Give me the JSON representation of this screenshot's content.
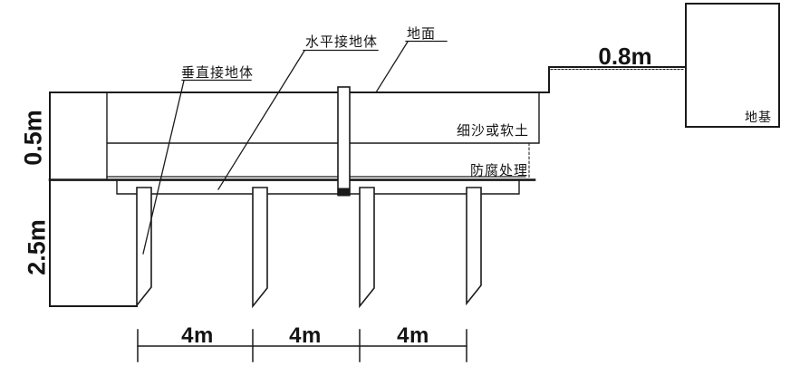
{
  "diagram": {
    "description": "Grounding electrode trench cross-section schematic",
    "labels": {
      "vertical_electrode": "垂直接地体",
      "horizontal_electrode": "水平接地体",
      "ground_surface": "地面",
      "fine_sand_or_soft_soil": "细沙或软土",
      "anticorrosion_treatment": "防腐处理",
      "foundation": "地基"
    },
    "dimensions": {
      "upper_depth": "0.5m",
      "lower_depth": "2.5m",
      "foundation_offset": "0.8m",
      "spacing": [
        "4m",
        "4m",
        "4m"
      ]
    },
    "colors": {
      "line": "#1a1a1a",
      "background": "#ffffff"
    }
  }
}
